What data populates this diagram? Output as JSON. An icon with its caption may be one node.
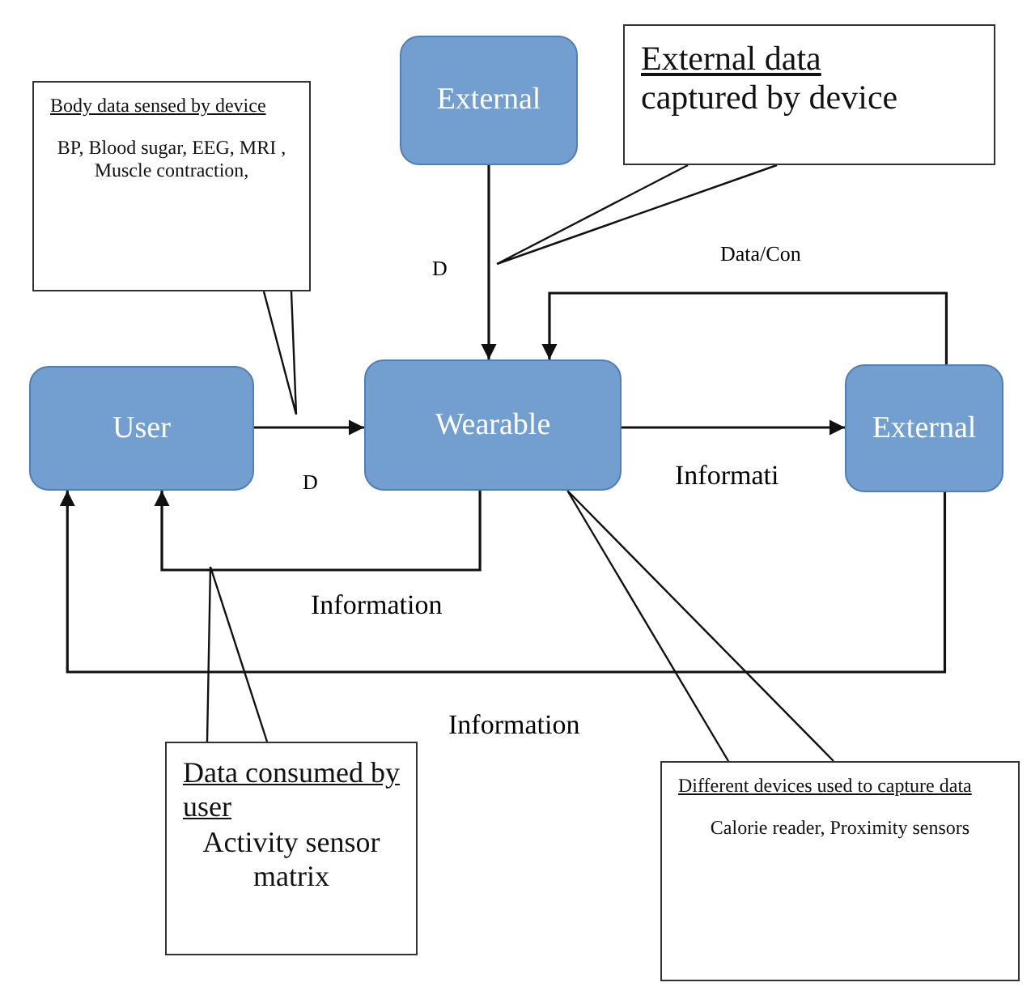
{
  "diagram": {
    "nodes": [
      {
        "text": [
          "Body data sensed by device",
          "BP, Blood sugar, EEG, MRI , Muscle contraction,"
        ]
      },
      {
        "text": [
          "External"
        ]
      },
      {
        "text": [
          "External data",
          "captured by device"
        ]
      },
      {
        "text": [
          "User"
        ]
      },
      {
        "text": [
          "Wearable"
        ]
      },
      {
        "text": [
          "External"
        ]
      },
      {
        "text": [
          "Data consumed by user",
          "Activity sensor matrix"
        ]
      },
      {
        "text": [
          "Different devices used to capture data",
          "Calorie reader, Proximity sensors"
        ]
      }
    ],
    "edges": [
      {
        "from": 1,
        "to": 4,
        "arrow": "to",
        "label": "D"
      },
      {
        "from": 3,
        "to": 4,
        "arrow": "to",
        "label": "D"
      },
      {
        "from": 4,
        "to": 5,
        "arrow": "to",
        "label": "Informati"
      },
      {
        "from": 5,
        "to": 4,
        "arrow": "to",
        "label": "Data/Con"
      },
      {
        "from": 4,
        "to": 3,
        "arrow": "to",
        "label": "Information"
      },
      {
        "from": 5,
        "to": 3,
        "arrow": "to",
        "label": "Information"
      },
      {
        "from": 0,
        "to": null,
        "arrow": "none"
      },
      {
        "from": 2,
        "to": null,
        "arrow": "none"
      },
      {
        "from": 6,
        "to": null,
        "arrow": "none"
      },
      {
        "from": 7,
        "to": 4,
        "arrow": "none"
      }
    ]
  }
}
